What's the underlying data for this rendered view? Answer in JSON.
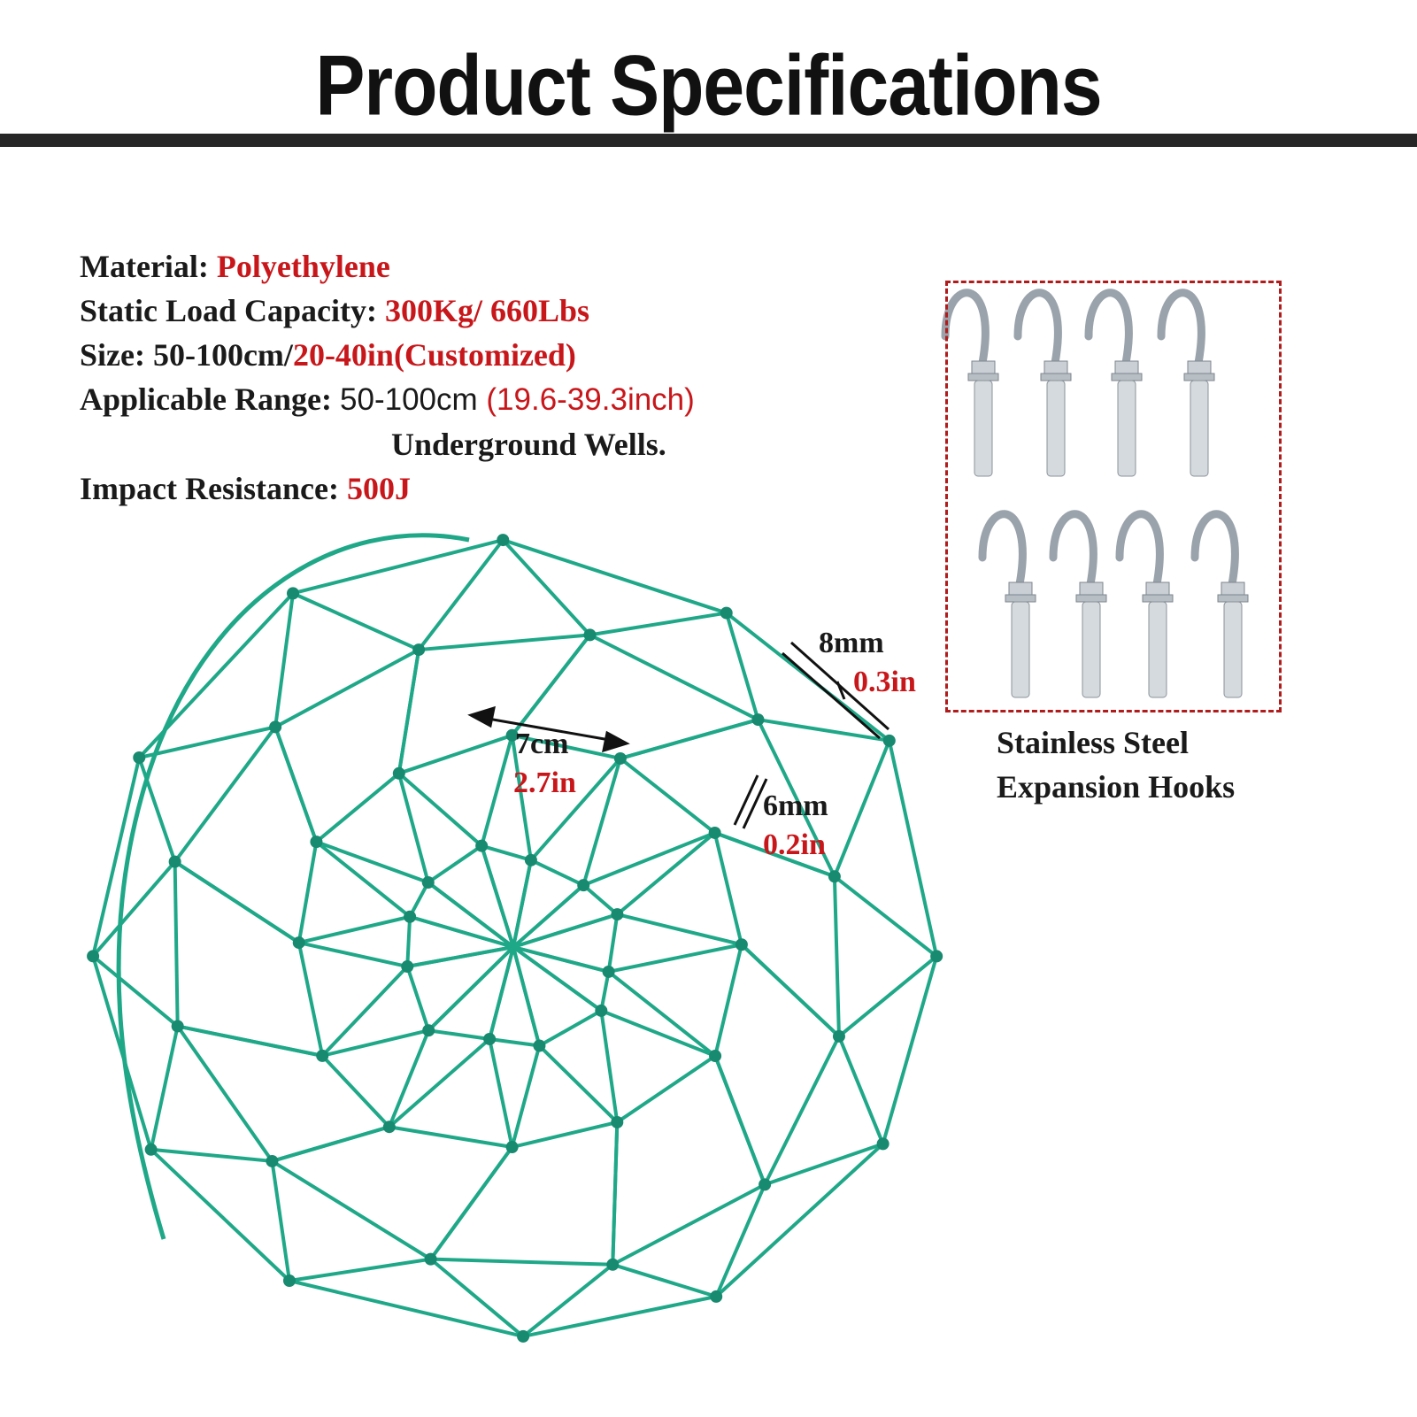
{
  "title": "Product Specifications",
  "specs": {
    "material_label": "Material: ",
    "material_value": "Polyethylene",
    "load_label": "Static Load Capacity: ",
    "load_value": "300Kg/ 660Lbs",
    "size_label": "Size: 50-100cm/",
    "size_value": "20-40in(Customized)",
    "range_label": "Applicable Range: ",
    "range_metric": "50-100cm ",
    "range_inch": "(19.6-39.3inch)",
    "range_note": "Underground Wells.",
    "impact_label": "Impact Resistance: ",
    "impact_value": "500J"
  },
  "hooks": {
    "caption_line1": "Stainless Steel",
    "caption_line2": "Expansion Hooks"
  },
  "dimensions": {
    "rope_mm": "8mm",
    "rope_in": "0.3in",
    "mesh_cm": "7cm",
    "mesh_in": "2.7in",
    "thin_mm": "6mm",
    "thin_in": "0.2in"
  },
  "colors": {
    "net": "#1fa888",
    "accent": "#c8171b",
    "rule": "#262626"
  }
}
